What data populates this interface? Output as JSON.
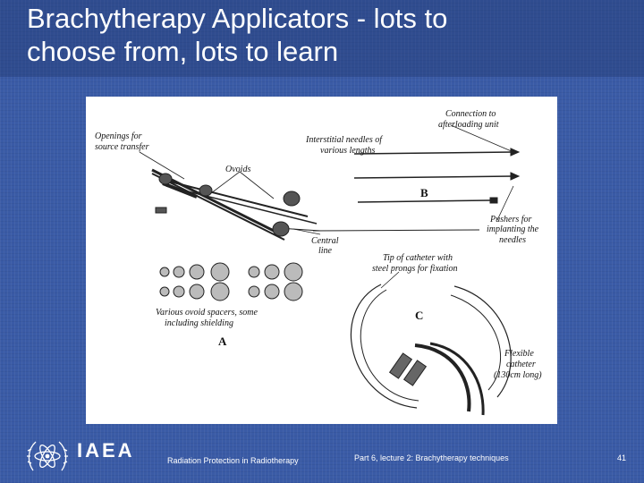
{
  "slide": {
    "title_line1": "Brachytherapy Applicators - lots to",
    "title_line2": "choose from, lots to learn"
  },
  "figure": {
    "labels": {
      "openings": [
        "Openings for",
        "source transfer"
      ],
      "ovoids": "Ovoids",
      "needles": [
        "Interstitial needles of",
        "various lengths"
      ],
      "connection": [
        "Connection to",
        "afterloading unit"
      ],
      "pushers": [
        "Pushers for",
        "implanting the",
        "needles"
      ],
      "central": [
        "Central",
        "line"
      ],
      "tip": [
        "Tip of catheter with",
        "steel prongs for fixation"
      ],
      "spacers": [
        "Various ovoid spacers, some",
        "including shielding"
      ],
      "flexible": [
        "Flexible",
        "catheter",
        "(130cm long)"
      ]
    },
    "sections": {
      "a": "A",
      "b": "B",
      "c": "C"
    }
  },
  "footer": {
    "brand": "IAEA",
    "left_text": "Radiation Protection in Radiotherapy",
    "mid_text": "Part 6, lecture 2: Brachytherapy techniques",
    "page_number": "41"
  },
  "icons": {
    "logo": "iaea-atom-logo-icon"
  },
  "colors": {
    "background": "#3a5ba6",
    "text": "#ffffff"
  }
}
